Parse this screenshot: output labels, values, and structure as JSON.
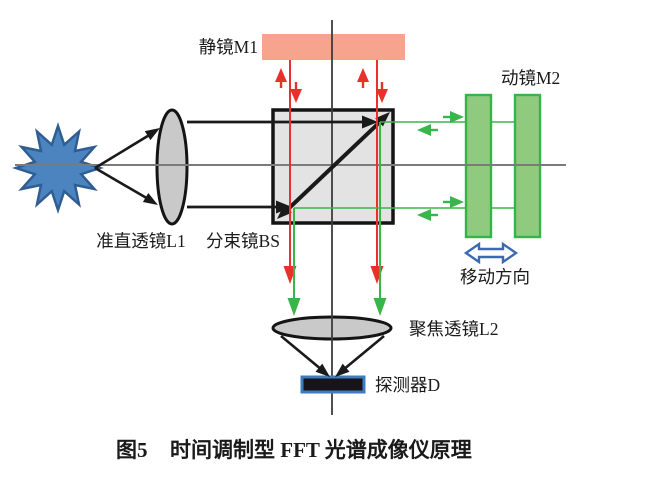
{
  "caption": {
    "number": "图5",
    "title": "时间调制型 FFT 光谱成像仪原理"
  },
  "labels": {
    "static_mirror": "静镜M1",
    "moving_mirror": "动镜M2",
    "collimating_lens": "准直透镜L1",
    "beam_splitter": "分束镜BS",
    "move_direction": "移动方向",
    "focusing_lens": "聚焦透镜L2",
    "detector": "探测器D"
  },
  "colors": {
    "static_mirror": "#F7A48E",
    "moving_mirror_fill": "#90CA7E",
    "moving_mirror_stroke": "#35B44A",
    "source_fill": "#4C84BF",
    "source_stroke": "#2F5E93",
    "lens_fill": "#C9C9C9",
    "lens_stroke": "#141414",
    "bs_fill": "#E4E3E3",
    "bs_stroke": "#141414",
    "detector_fill": "#17141A",
    "detector_stroke": "#3E7CBF",
    "beam_red": "#E8312B",
    "beam_green": "#3AB54A",
    "arrow_blue": "#3A6BB2",
    "arrow_blue_fill": "#FFFFFF",
    "axis_gray": "#7B7B7B",
    "axis_dark": "#3C3C3C",
    "beam_black": "#1A1A1A",
    "text": "#1A1A1A"
  }
}
